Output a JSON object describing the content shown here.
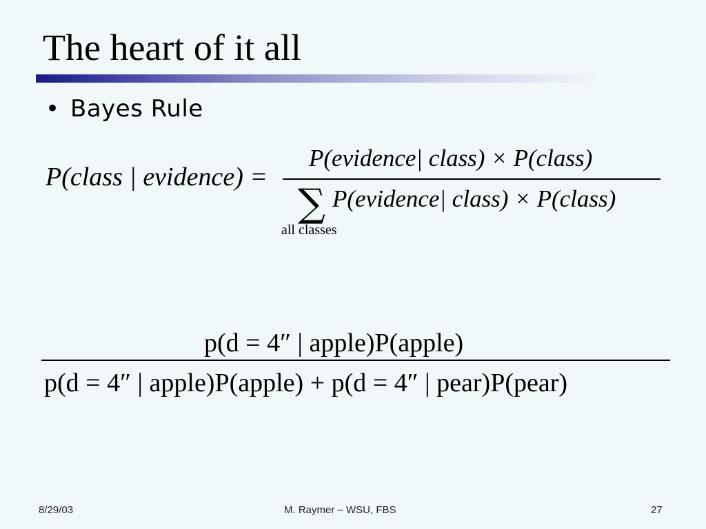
{
  "slide": {
    "title": "The heart of it all",
    "bullet": "Bayes Rule"
  },
  "formula1": {
    "lhs": "P(class | evidence) =",
    "numerator": "P(evidence| class) × P(class)",
    "sigma": "∑",
    "denominator": "P(evidence| class) × P(class)",
    "subscript": "all classes"
  },
  "formula2": {
    "numerator": "p(d = 4″ | apple)P(apple)",
    "denominator": "p(d = 4″ | apple)P(apple) + p(d = 4″ | pear)P(pear)"
  },
  "footer": {
    "date": "8/29/03",
    "author": "M. Raymer – WSU, FBS",
    "page": "27"
  }
}
